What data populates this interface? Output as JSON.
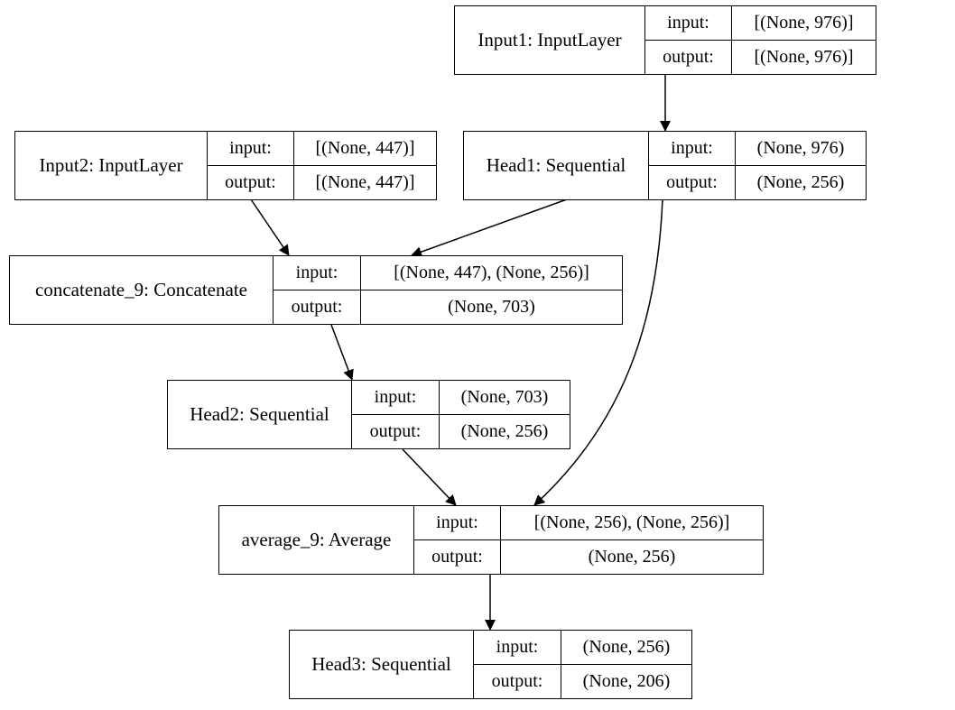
{
  "diagram": {
    "nodes": [
      {
        "id": "input1",
        "name": "Input1: InputLayer",
        "input_label": "input:",
        "input_value": "[(None, 976)]",
        "output_label": "output:",
        "output_value": "[(None, 976)]"
      },
      {
        "id": "input2",
        "name": "Input2: InputLayer",
        "input_label": "input:",
        "input_value": "[(None, 447)]",
        "output_label": "output:",
        "output_value": "[(None, 447)]"
      },
      {
        "id": "head1",
        "name": "Head1: Sequential",
        "input_label": "input:",
        "input_value": "(None, 976)",
        "output_label": "output:",
        "output_value": "(None, 256)"
      },
      {
        "id": "concat",
        "name": "concatenate_9: Concatenate",
        "input_label": "input:",
        "input_value": "[(None, 447), (None, 256)]",
        "output_label": "output:",
        "output_value": "(None, 703)"
      },
      {
        "id": "head2",
        "name": "Head2: Sequential",
        "input_label": "input:",
        "input_value": "(None, 703)",
        "output_label": "output:",
        "output_value": "(None, 256)"
      },
      {
        "id": "average",
        "name": "average_9: Average",
        "input_label": "input:",
        "input_value": "[(None, 256), (None, 256)]",
        "output_label": "output:",
        "output_value": "(None, 256)"
      },
      {
        "id": "head3",
        "name": "Head3: Sequential",
        "input_label": "input:",
        "input_value": "(None, 256)",
        "output_label": "output:",
        "output_value": "(None, 206)"
      }
    ],
    "edges": [
      {
        "from": "input1",
        "to": "head1"
      },
      {
        "from": "input2",
        "to": "concat"
      },
      {
        "from": "head1",
        "to": "concat"
      },
      {
        "from": "head1",
        "to": "average"
      },
      {
        "from": "concat",
        "to": "head2"
      },
      {
        "from": "head2",
        "to": "average"
      },
      {
        "from": "average",
        "to": "head3"
      }
    ]
  }
}
